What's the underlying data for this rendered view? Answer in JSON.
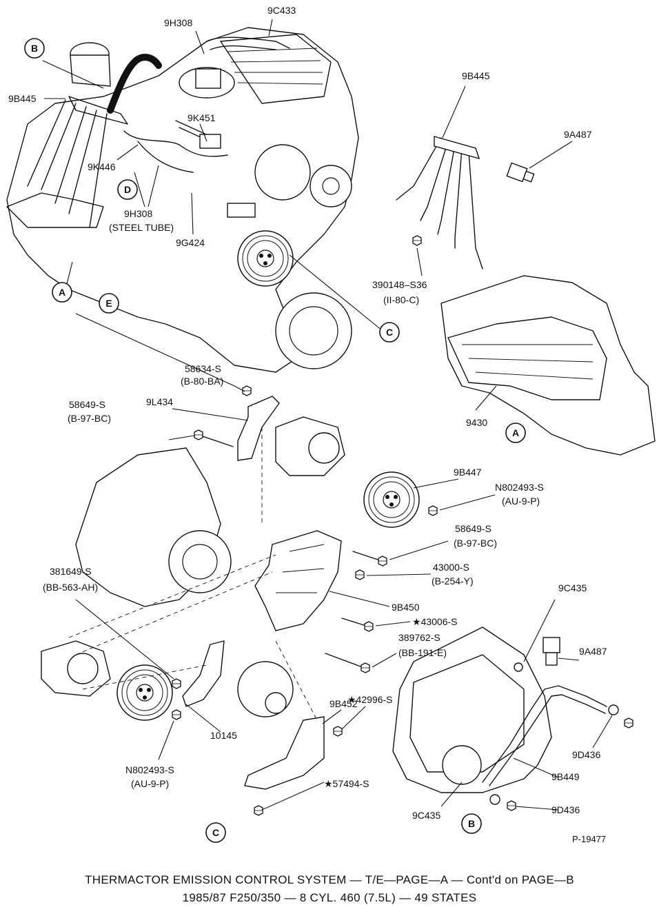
{
  "labels": {
    "l_9h308_top": "9H308",
    "l_9c433": "9C433",
    "l_9b445_left": "9B445",
    "l_9k451": "9K451",
    "l_9k446": "9K446",
    "l_9h308_mid": "9H308",
    "l_steel_tube": "(STEEL TUBE)",
    "l_9g424": "9G424",
    "l_9b445_right": "9B445",
    "l_9a487_top": "9A487",
    "l_390148": "390148–S36",
    "l_ii80c": "(II-80-C)",
    "l_9430": "9430",
    "l_58634": "58634-S",
    "l_b80ba": "(B-80-BA)",
    "l_9l434": "9L434",
    "l_58649_a": "58649-S",
    "l_b97bc_a": "(B-97-BC)",
    "l_9b447": "9B447",
    "l_n802493_a": "N802493-S",
    "l_au9p_a": "(AU-9-P)",
    "l_58649_b": "58649-S",
    "l_b97bc_b": "(B-97-BC)",
    "l_43000": "43000-S",
    "l_b254y": "(B-254-Y)",
    "l_381649": "381649-S",
    "l_bb563ah": "(BB-563-AH)",
    "l_9b450": "9B450",
    "l_43006": "★43006-S",
    "l_389762": "389762-S",
    "l_bb191e": "(BB-191-E)",
    "l_9c435_top": "9C435",
    "l_9a487_bot": "9A487",
    "l_9b452": "9B452",
    "l_42996": "★42996-S",
    "l_10145": "10145",
    "l_n802493_b": "N802493-S",
    "l_au9p_b": "(AU-9-P)",
    "l_9d436_a": "9D436",
    "l_9b449": "9B449",
    "l_57494": "★57494-S",
    "l_9c435_bot": "9C435",
    "l_9d436_b": "9D436",
    "l_ref": "P-19477"
  },
  "callouts": {
    "B_top": "B",
    "D": "D",
    "A_left": "A",
    "E": "E",
    "C_right": "C",
    "A_right": "A",
    "C_bottom": "C",
    "B_bottom": "B"
  },
  "footer": {
    "line1": "THERMACTOR EMISSION CONTROL SYSTEM — T/E—PAGE—A — Cont'd on PAGE—B",
    "line2": "1985/87 F250/350 — 8 CYL. 460 (7.5L) — 49 STATES"
  },
  "icons": {
    "bolt": "hex-bolt-icon",
    "nut": "hex-nut-icon",
    "pulley": "pulley-icon",
    "star": "star-glyph"
  }
}
